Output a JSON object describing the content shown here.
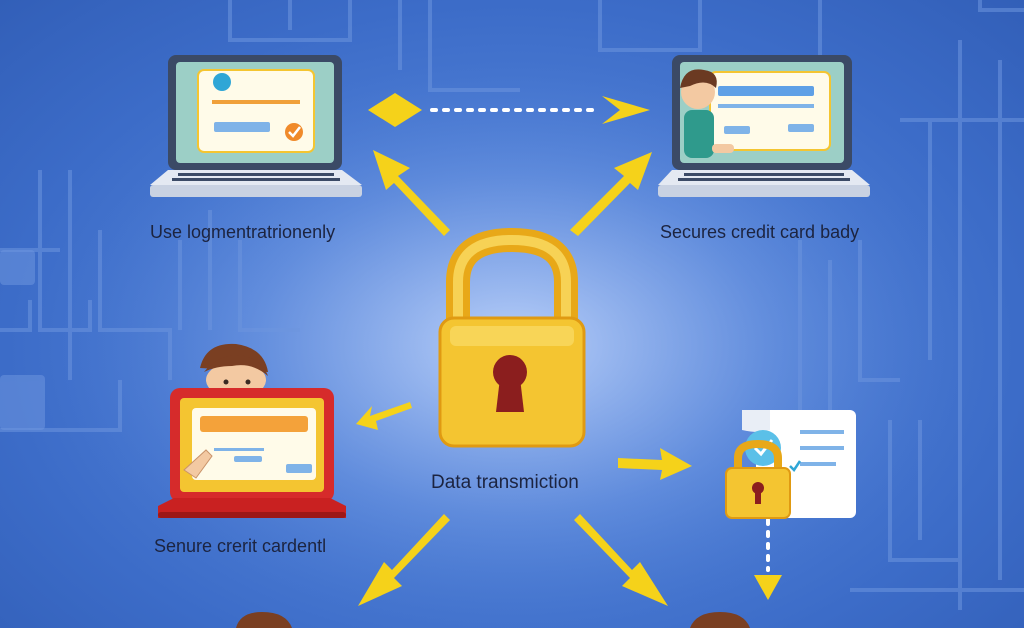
{
  "labels": {
    "top_left": "Use logmentratrionenly",
    "top_right": "Secures credit card bady",
    "bottom_left": "Senure crerit cardentl",
    "center": "Data transmiction"
  },
  "colors": {
    "background": "#4a78d0",
    "arrow": "#f5d21a",
    "lock_body": "#f4c531",
    "lock_shackle": "#e8a818",
    "keyhole": "#8b1e1e",
    "laptop_screen_border": "#3b4a66",
    "laptop_red": "#d62b2b"
  },
  "icons": {
    "padlock": "padlock-icon",
    "document": "secure-document-icon",
    "check": "check-icon"
  }
}
